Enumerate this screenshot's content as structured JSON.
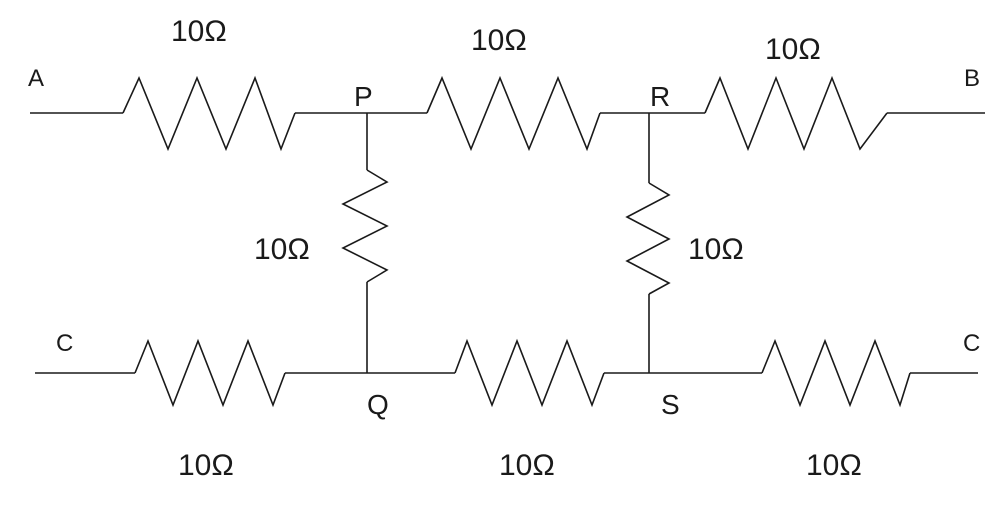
{
  "diagram": {
    "terminals": {
      "a": "A",
      "b": "B",
      "c_left": "C",
      "c_right": "C"
    },
    "nodes": {
      "p": "P",
      "r": "R",
      "q": "Q",
      "s": "S"
    },
    "resistors": {
      "a_p": "10Ω",
      "p_r": "10Ω",
      "r_b": "10Ω",
      "p_q": "10Ω",
      "r_s": "10Ω",
      "c_q": "10Ω",
      "q_s": "10Ω",
      "s_c": "10Ω"
    },
    "colors": {
      "line": "#1a1a1a",
      "background": "#ffffff"
    }
  }
}
